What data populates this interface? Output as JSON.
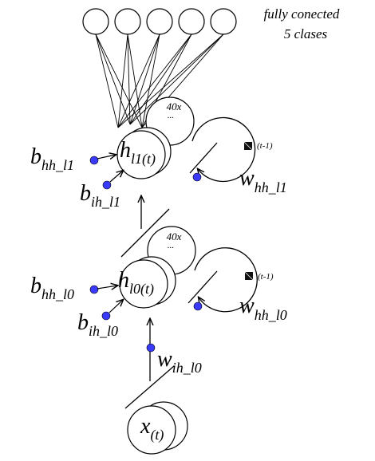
{
  "output": {
    "caption_line1": "fully conected",
    "caption_line2": "5 clases",
    "node_count": 5
  },
  "layer1": {
    "stack_label": "40x",
    "dots": "...",
    "hidden": {
      "base": "h",
      "sub": "l1(t)"
    },
    "bias_hh": {
      "base": "b",
      "sub": "hh_l1"
    },
    "bias_ih": {
      "base": "b",
      "sub": "ih_l1"
    },
    "weight_hh": {
      "base": "w",
      "sub": "hh_l1"
    },
    "delay": "(t-1)"
  },
  "layer0": {
    "stack_label": "40x",
    "dots": "...",
    "hidden": {
      "base": "h",
      "sub": "l0(t)"
    },
    "bias_hh": {
      "base": "b",
      "sub": "hh_l0"
    },
    "bias_ih": {
      "base": "b",
      "sub": "ih_l0"
    },
    "weight_hh": {
      "base": "w",
      "sub": "hh_l0"
    },
    "weight_ih": {
      "base": "w",
      "sub": "ih_l0"
    },
    "delay": "(t-1)"
  },
  "input": {
    "base": "x",
    "sub": "(t)"
  },
  "colors": {
    "stroke": "#000000",
    "fill": "#ffffff",
    "bias_dot": "#3a3aff",
    "delay_box": "#111111"
  }
}
